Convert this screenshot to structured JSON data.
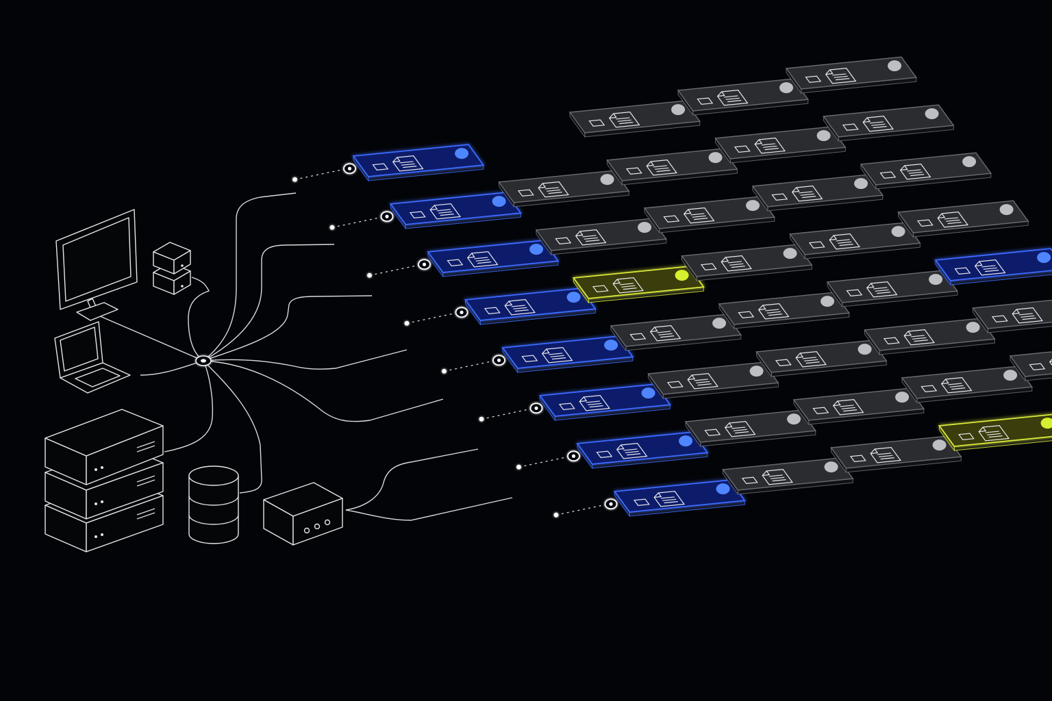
{
  "colors": {
    "background": "#030407",
    "line": "#d9dbe0",
    "card_gray_fill": "#2b2c30",
    "card_gray_stroke": "#6a6c72",
    "card_gray_dot": "#bdbfc4",
    "card_blue_fill": "#0d1f6b",
    "card_blue_stroke": "#3d6bff",
    "card_blue_dot": "#4f86ff",
    "card_yellow_fill": "#3a3e0a",
    "card_yellow_stroke": "#d9e83a",
    "card_yellow_dot": "#d6ef2e"
  },
  "devices": [
    {
      "name": "monitor",
      "icon": "monitor-icon"
    },
    {
      "name": "cube-stack",
      "icon": "cube-stack-icon"
    },
    {
      "name": "laptop",
      "icon": "laptop-icon"
    },
    {
      "name": "server-rack",
      "icon": "server-rack-icon"
    },
    {
      "name": "database",
      "icon": "database-icon"
    },
    {
      "name": "network-box",
      "icon": "network-box-icon"
    }
  ],
  "grid": {
    "columns": 5,
    "rows": 8,
    "highlighted_blue": [
      [
        0,
        0
      ],
      [
        0,
        1
      ],
      [
        0,
        2
      ],
      [
        0,
        3
      ],
      [
        0,
        4
      ],
      [
        0,
        5
      ],
      [
        0,
        6
      ],
      [
        0,
        7
      ],
      [
        4,
        4
      ]
    ],
    "highlighted_yellow": [
      [
        1,
        3
      ],
      [
        3,
        7
      ]
    ],
    "empty_slots": [
      [
        1,
        0
      ],
      [
        4,
        7
      ]
    ]
  },
  "connections": 8
}
